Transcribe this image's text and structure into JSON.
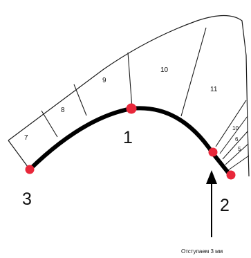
{
  "diagram": {
    "segments": [
      "7",
      "8",
      "9",
      "10",
      "11",
      "10",
      "6",
      "5"
    ],
    "points": [
      "1",
      "2",
      "3"
    ],
    "note": "Отступаем 3 мм",
    "colors": {
      "point": "#e8273a",
      "line": "#000000",
      "outline": "#1a1a1a"
    }
  }
}
